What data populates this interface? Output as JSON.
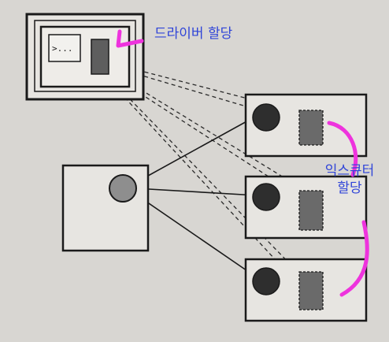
{
  "annotations": {
    "driver_label": "드라이버 할당",
    "executor_label_line1": "익스큐터",
    "executor_label_line2": "할당"
  },
  "terminal": {
    "prompt": ">..."
  },
  "colors": {
    "background": "#d8d6d2",
    "ink": "#1a1a1a",
    "box_fill": "#e7e5e1",
    "driver_fill": "#5e5e5e",
    "worker_node_fill": "#2e2e2e",
    "executor_fill": "#6a6a6a",
    "client_node_fill": "#8e8e8e",
    "annotation_stroke": "#ee33dd",
    "annotation_text": "#2f44d8"
  }
}
